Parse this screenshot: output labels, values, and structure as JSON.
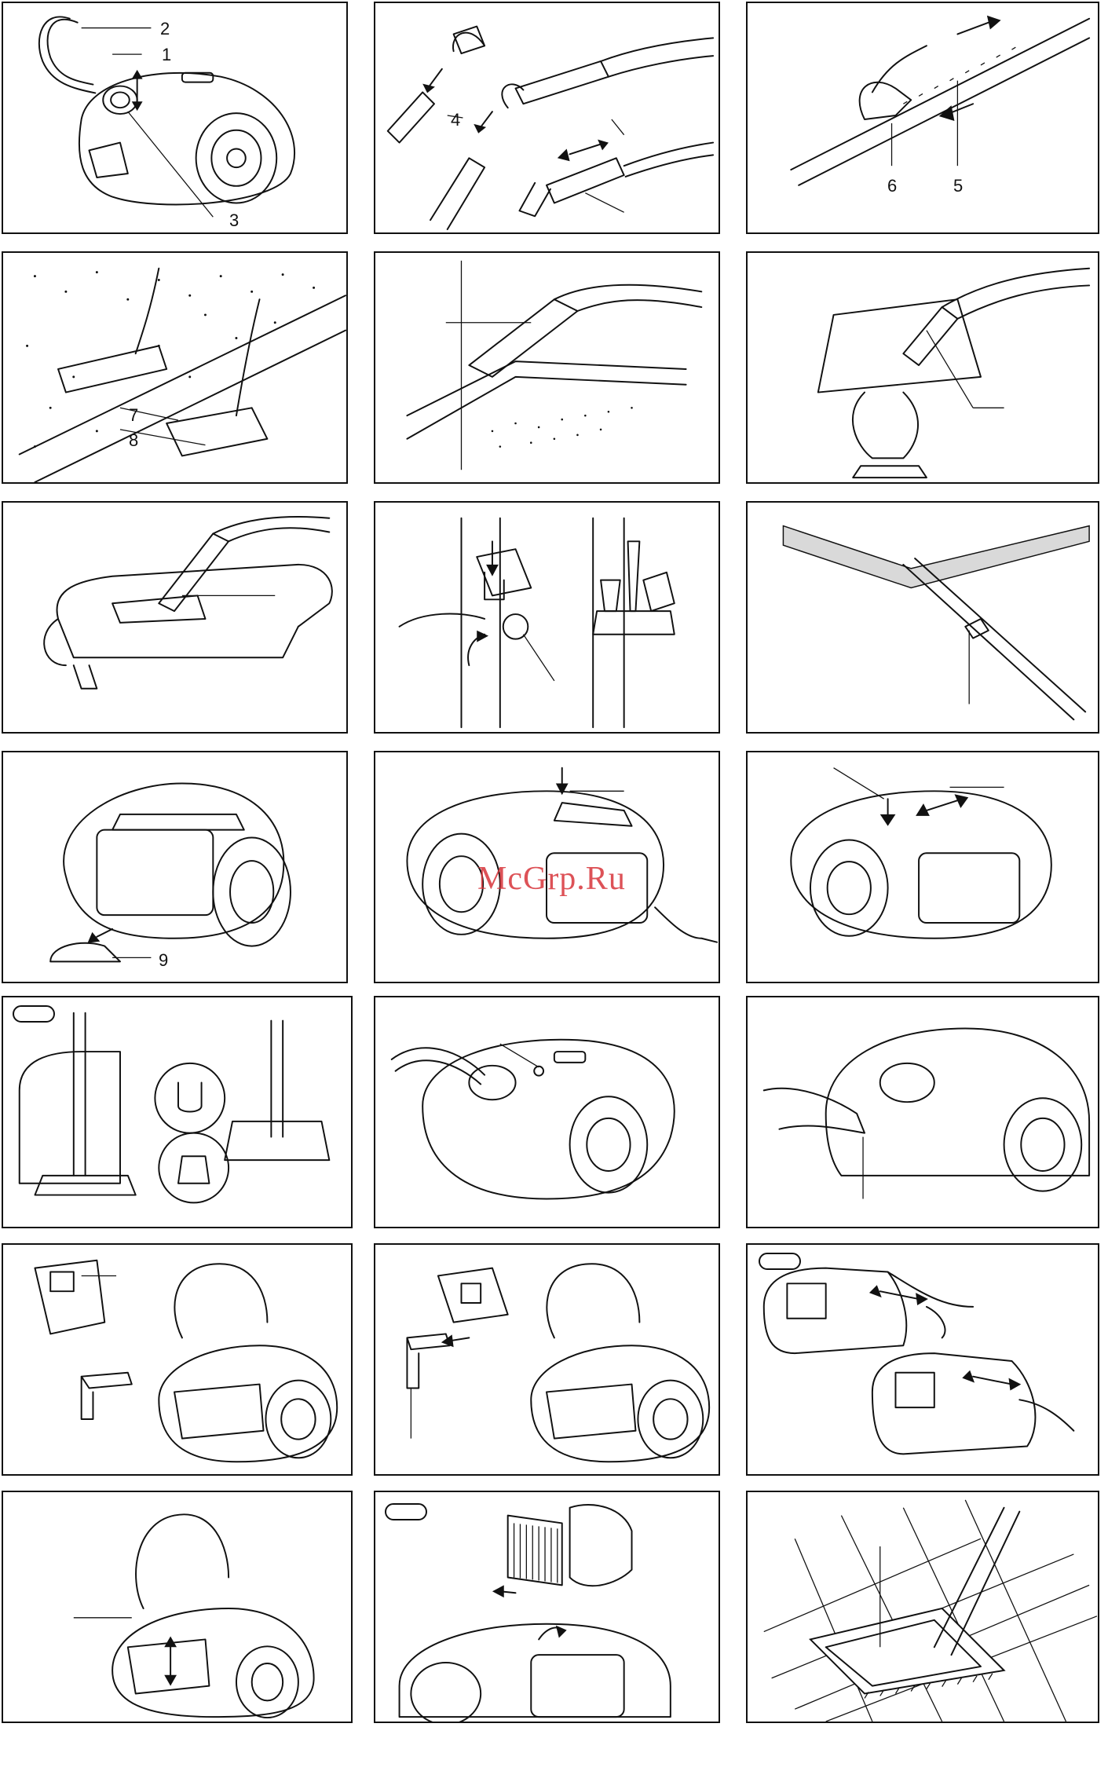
{
  "panels": [
    {
      "id": "p1",
      "labels": [
        "2",
        "1",
        "3"
      ]
    },
    {
      "id": "p2",
      "labels": [
        "4"
      ]
    },
    {
      "id": "p3",
      "labels": [
        "6",
        "5"
      ]
    },
    {
      "id": "p4",
      "labels": [
        "7",
        "8"
      ]
    },
    {
      "id": "p5",
      "labels": []
    },
    {
      "id": "p6",
      "labels": []
    },
    {
      "id": "p7",
      "labels": []
    },
    {
      "id": "p8",
      "labels": []
    },
    {
      "id": "p9",
      "labels": []
    },
    {
      "id": "p10",
      "labels": [
        "9"
      ]
    },
    {
      "id": "p11",
      "labels": []
    },
    {
      "id": "p12",
      "labels": []
    },
    {
      "id": "p13",
      "labels": []
    },
    {
      "id": "p14",
      "labels": []
    },
    {
      "id": "p15",
      "labels": []
    },
    {
      "id": "p16",
      "labels": []
    },
    {
      "id": "p17",
      "labels": []
    },
    {
      "id": "p18",
      "labels": []
    },
    {
      "id": "p19",
      "labels": []
    },
    {
      "id": "p20",
      "labels": []
    },
    {
      "id": "p21",
      "labels": []
    }
  ],
  "watermark": "McGrp.Ru",
  "colors": {
    "line": "#111111",
    "background": "#ffffff",
    "watermark": "#d8343a"
  },
  "icons": [
    "vacuum-cleaner-drawing",
    "hose-drawing",
    "tube-drawing",
    "floor-nozzle-drawing",
    "arrow-icon"
  ]
}
